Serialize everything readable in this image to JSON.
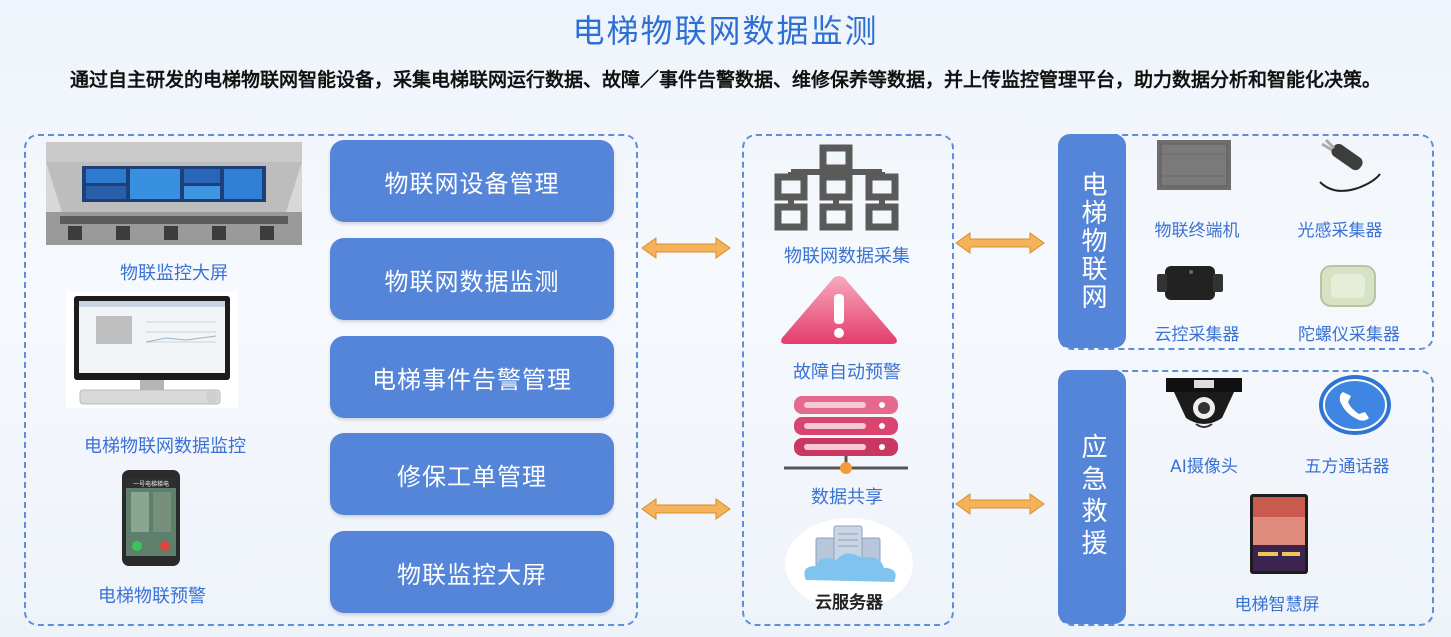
{
  "title": "电梯物联网数据监测",
  "intro": "通过自主研发的电梯物联网智能设备，采集电梯联网运行数据、故障／事件告警数据、维修保养等数据，并上传监控管理平台，助力数据分析和智能化决策。",
  "left_panel": {
    "items": [
      {
        "label": "物联监控大屏"
      },
      {
        "label": "电梯物联网数据监控"
      },
      {
        "label": "电梯物联预警"
      }
    ],
    "phone_screen_text": "一号电梯梯电"
  },
  "menu": [
    {
      "label": "物联网设备管理"
    },
    {
      "label": "物联网数据监测"
    },
    {
      "label": "电梯事件告警管理"
    },
    {
      "label": "修保工单管理"
    },
    {
      "label": "物联监控大屏"
    }
  ],
  "center": {
    "items": [
      {
        "label": "物联网数据采集",
        "icon": "hierarchy-icon"
      },
      {
        "label": "故障自动预警",
        "icon": "warning-icon"
      },
      {
        "label": "数据共享",
        "icon": "server-stack-icon"
      },
      {
        "label": "云服务器",
        "icon": "cloud-server-icon"
      }
    ]
  },
  "iot_group": {
    "title": "电梯物联网",
    "items": [
      {
        "label": "物联终端机"
      },
      {
        "label": "光感采集器"
      },
      {
        "label": "云控采集器"
      },
      {
        "label": "陀螺仪采集器"
      }
    ]
  },
  "rescue_group": {
    "title": "应急救援",
    "items": [
      {
        "label": "AI摄像头"
      },
      {
        "label": "五方通话器"
      },
      {
        "label": "电梯智慧屏"
      }
    ]
  },
  "colors": {
    "accent": "#5585d8",
    "title": "#2e6fd6",
    "label": "#3a72d4",
    "arrow": "#f4b35a",
    "warning": "#e8467a",
    "server": "#d9456e"
  }
}
